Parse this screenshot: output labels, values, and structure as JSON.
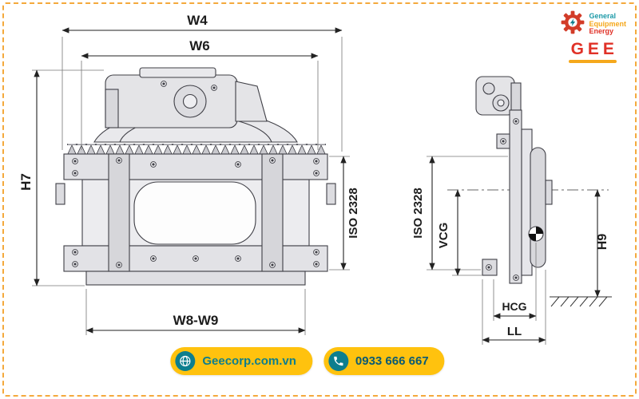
{
  "page": {
    "background": "#ffffff",
    "border_color": "#f4a93c"
  },
  "logo": {
    "word_general": "General",
    "word_equipment": "Equipment",
    "word_energy": "Energy",
    "brand": "GEE",
    "color_teal": "#1d9aa8",
    "color_orange": "#f5a81c",
    "color_red": "#e03127"
  },
  "drawing": {
    "front_view": {
      "labels": {
        "w4": "W4",
        "w6": "W6",
        "h7": "H7",
        "iso": "ISO 2328",
        "w8_w9": "W8-W9"
      }
    },
    "side_view": {
      "labels": {
        "iso": "ISO 2328",
        "vcg": "VCG",
        "h9": "H9",
        "hcg": "HCG",
        "ll": "LL"
      }
    }
  },
  "footer": {
    "website_label": "Geecorp.com.vn",
    "phone_label": "0933 666 667",
    "pill_background": "#ffc20e",
    "icon_background": "#0d7e8e"
  }
}
